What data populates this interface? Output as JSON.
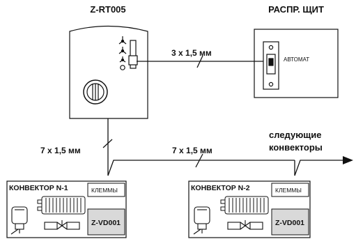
{
  "labels": {
    "thermostat_model": "Z-RT005",
    "panel_title": "РАСПР. ЩИТ",
    "cable_to_panel": "3 x 1,5 мм",
    "breaker_label": "АВТОМАТ",
    "cable_down": "7 x 1,5 мм",
    "cable_bus": "7 x 1,5 мм",
    "next_line1": "следующие",
    "next_line2": "конвекторы",
    "conv1_title": "КОНВЕКТОР N-1",
    "conv1_terminals": "КЛЕММЫ",
    "conv1_valve": "Z-VD001",
    "conv2_title": "КОНВЕКТОР N-2",
    "conv2_terminals": "КЛЕММЫ",
    "conv2_valve": "Z-VD001"
  },
  "icons": [
    "fan-high-icon",
    "fan-medium-icon",
    "fan-low-icon",
    "off-icon",
    "dial-icon",
    "actuator-icon",
    "radiator-icon",
    "valve-icon"
  ],
  "colors": {
    "stroke": "#111111",
    "valve_fill": "#d9d9d9"
  }
}
